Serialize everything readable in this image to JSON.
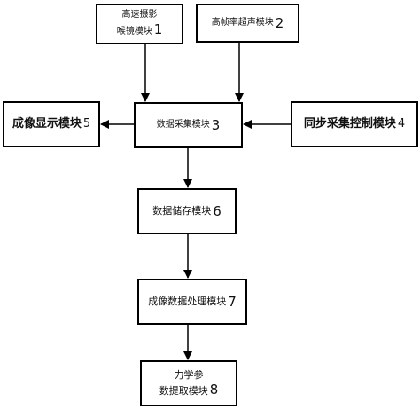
{
  "diagram": {
    "boxes": {
      "b1": {
        "line1": "高速摄影",
        "line2": "喉镜模块",
        "num": "1"
      },
      "b2": {
        "label": "高帧率超声模块",
        "num": "2"
      },
      "b3": {
        "label": "数据采集模块",
        "num": "3"
      },
      "b4": {
        "label": "同步采集控制模块",
        "num": "4"
      },
      "b5": {
        "label": "成像显示模块",
        "num": "5"
      },
      "b6": {
        "label": "数据储存模块",
        "num": "6"
      },
      "b7": {
        "label": "成像数据处理模块",
        "num": "7"
      },
      "b8": {
        "line1": "力学参",
        "line2": "数提取模块",
        "num": "8"
      }
    },
    "colors": {
      "stroke": "#000000",
      "fill": "#ffffff",
      "text": "#111111"
    }
  }
}
